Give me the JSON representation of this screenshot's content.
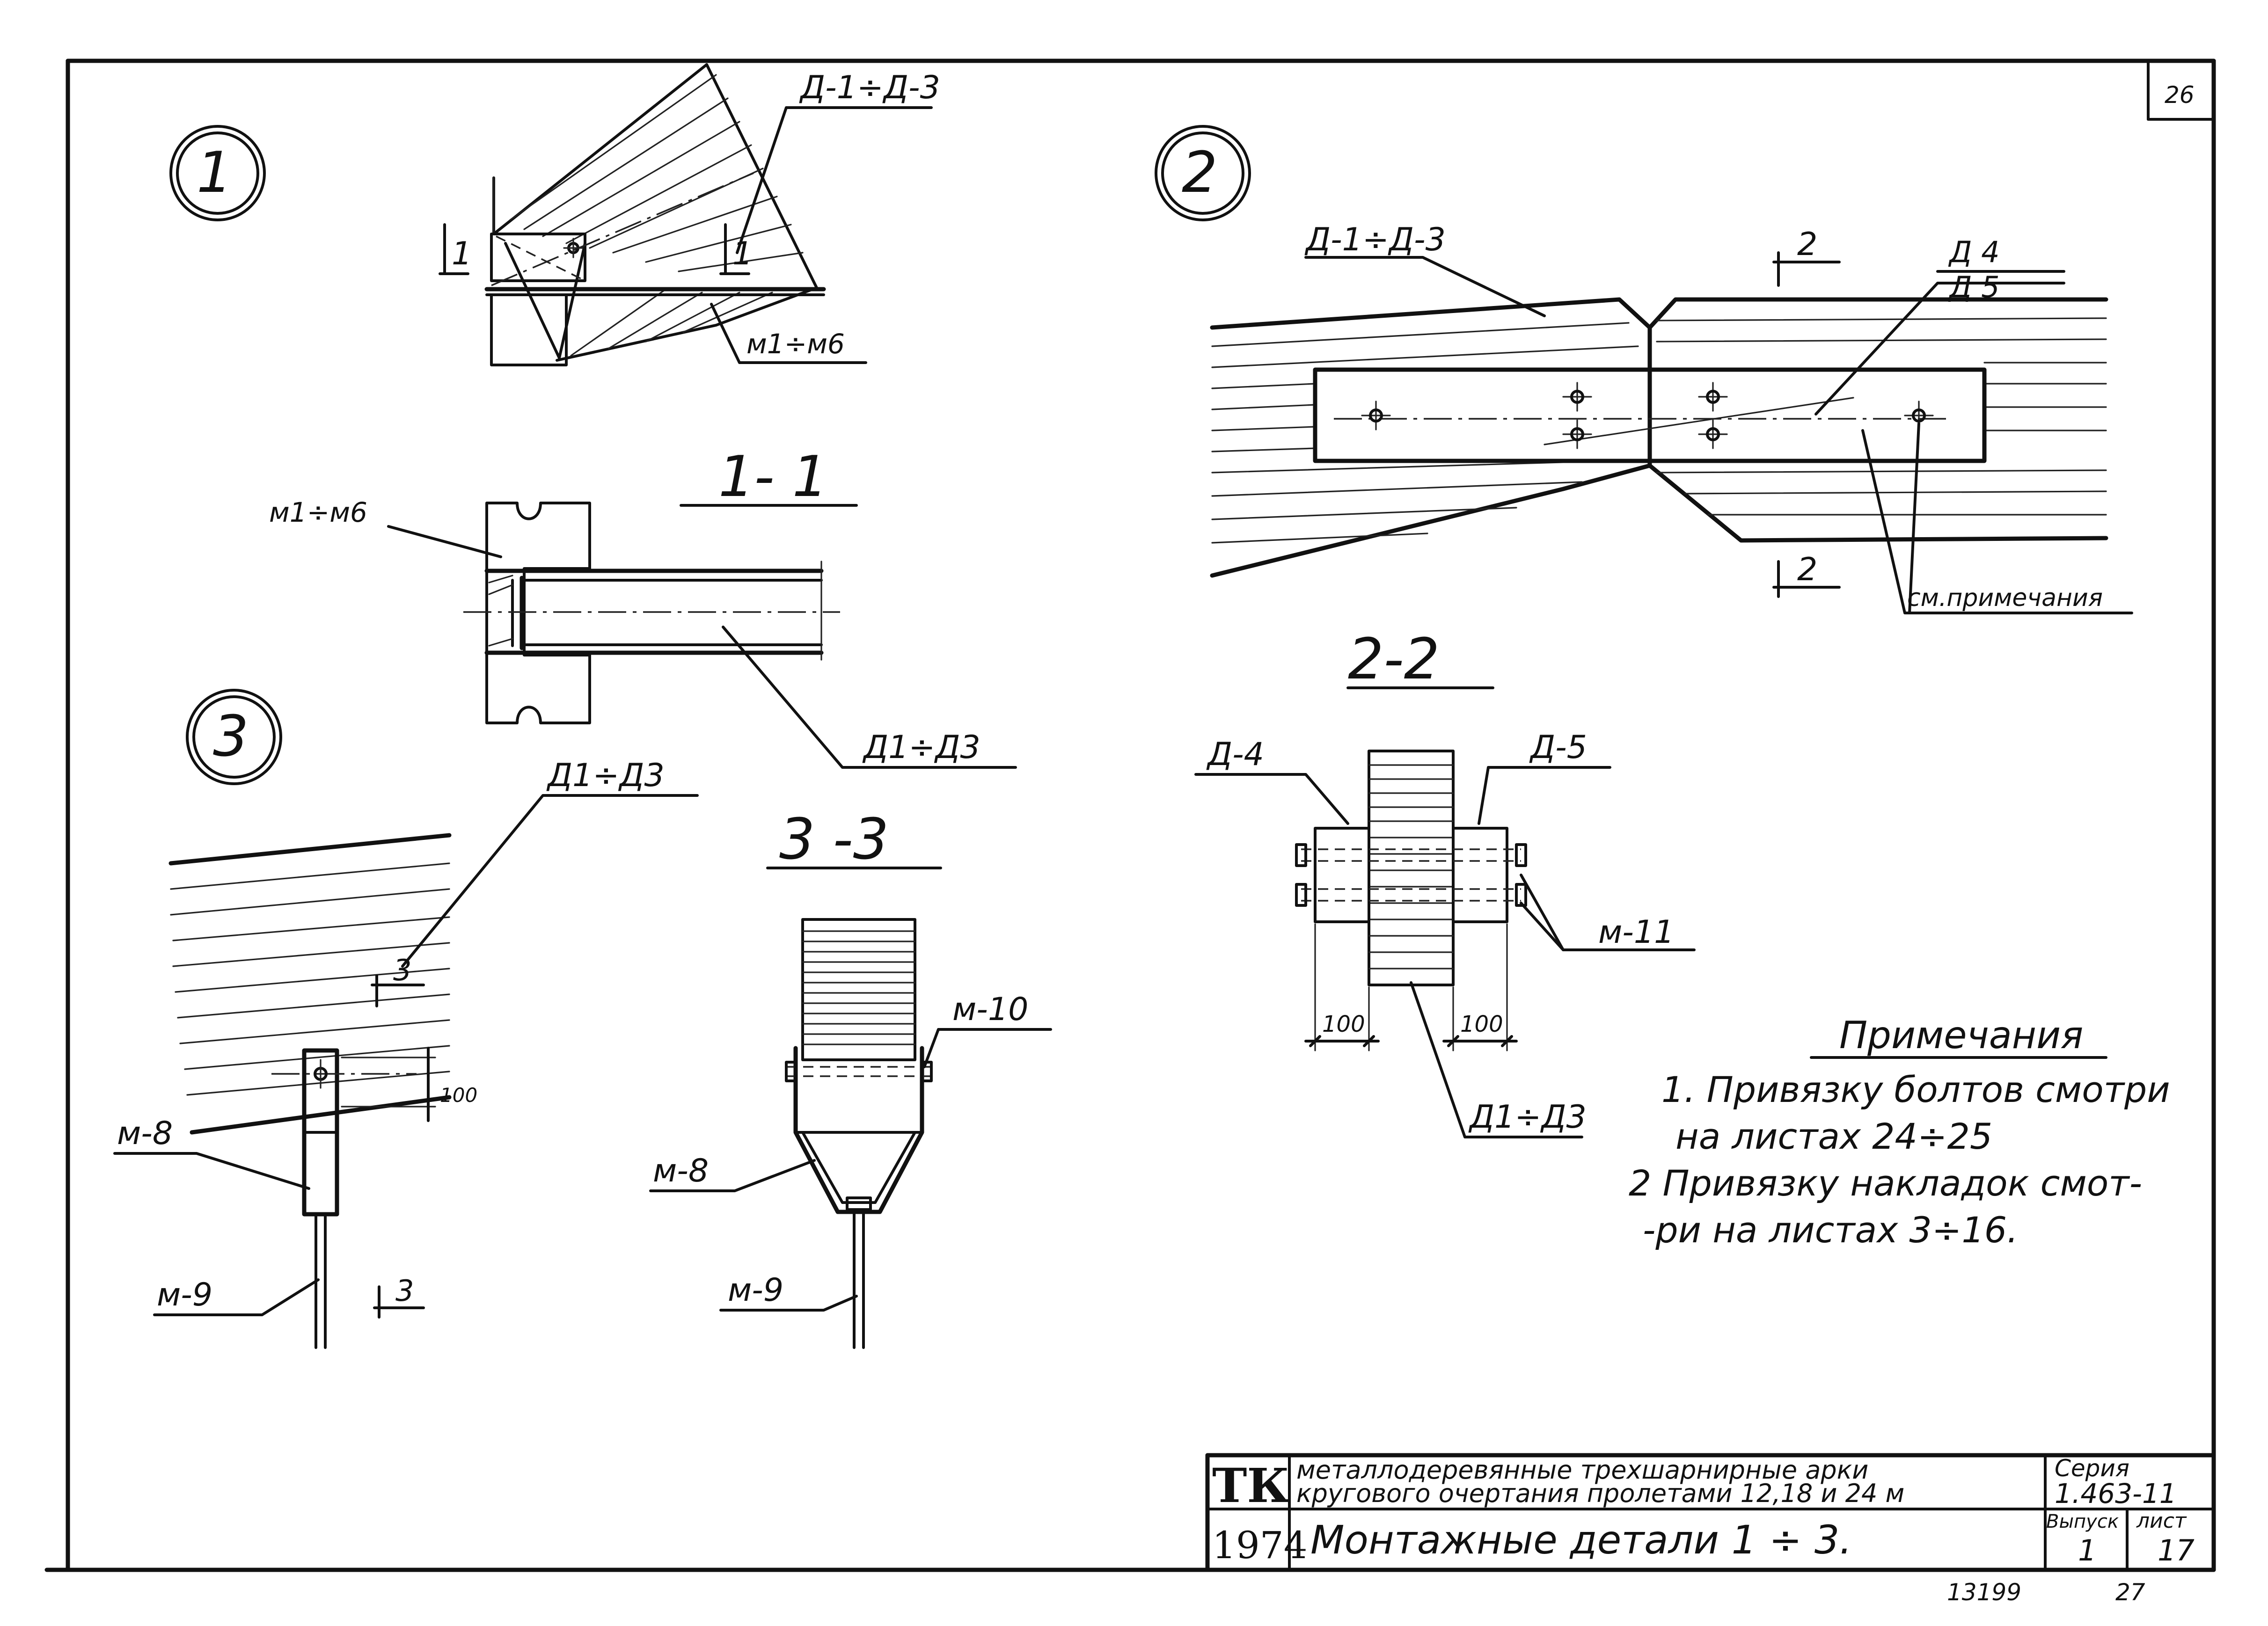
{
  "sheet": {
    "corner_number": "26",
    "bottom_numbers": [
      "13199",
      "27"
    ]
  },
  "detail1": {
    "circle_label": "1",
    "leader_top": "Д-1÷Д-3",
    "leader_plate": "м1÷м6",
    "cut_mark_left": "1",
    "cut_mark_right": "1"
  },
  "section11": {
    "title": "1- 1",
    "label_plate": "м1÷м6",
    "label_beam": "Д1÷Д3"
  },
  "detail2": {
    "circle_label": "2",
    "leader_beam": "Д-1÷Д-3",
    "leader_plates_1": "Д 4",
    "leader_plates_2": "Д 5",
    "cut_top": "2",
    "cut_bottom": "2",
    "note_ref": "см.примечания"
  },
  "section22": {
    "title": "2-2",
    "label_left": "Д-4",
    "label_right": "Д-5",
    "label_bolts": "м-11",
    "label_beam": "Д1÷Д3",
    "dim_left": "100",
    "dim_right": "100"
  },
  "detail3": {
    "circle_label": "3",
    "leader_beam": "Д1÷Д3",
    "cut_top": "3",
    "cut_bottom": "3",
    "dim": "100",
    "label_clamp": "м-8",
    "label_rod": "м-9"
  },
  "section33": {
    "title": "3 -3",
    "label_bolt": "м-10",
    "label_clamp": "м-8",
    "label_rod": "м-9"
  },
  "notes": {
    "title": "Примечания",
    "line1": "1. Привязку болтов смотри",
    "line2": "на листах 24÷25",
    "line3": "2 Привязку накладок смот-",
    "line4": "-ри на листах 3÷16."
  },
  "title_block": {
    "org": "ТК",
    "year": "1974",
    "description_1": "металлодеревянные трехшарнирные арки",
    "description_2": "кругового очертания пролетами 12,18 и 24 м",
    "sheet_title": "Монтажные   детали  1 ÷ 3.",
    "series_label": "Серия",
    "series_value": "1.463-11",
    "issue_label": "Выпуск",
    "issue_value": "1",
    "sheet_label": "лист",
    "sheet_value": "17"
  },
  "colors": {
    "ink": "#111111",
    "paper": "#ffffff"
  }
}
